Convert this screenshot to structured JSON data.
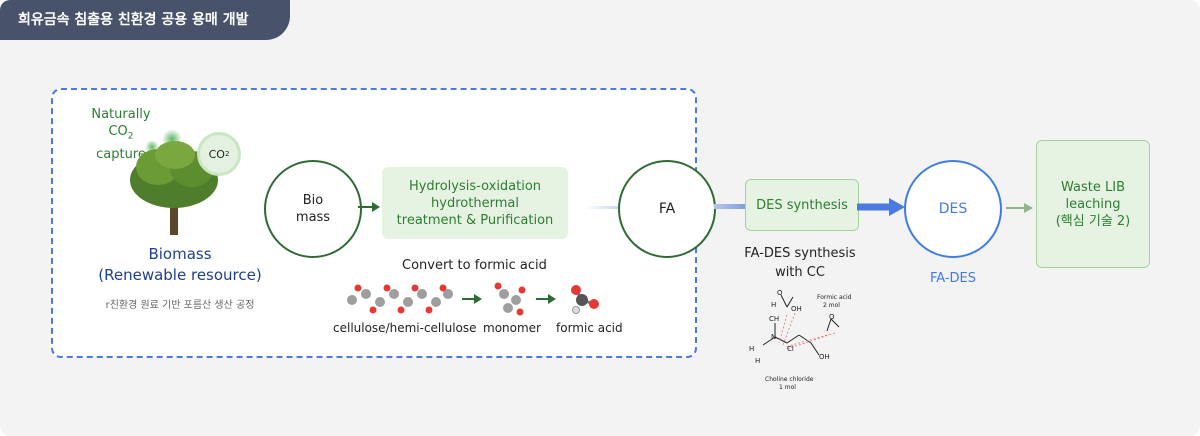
{
  "tab_title": "희유금속 침출용 친환경 공용 용매 개발",
  "co2": {
    "naturally": "Naturally",
    "capture_pre": "CO",
    "capture_sub": "2",
    "capture_post": " capture",
    "bubble_main": "CO",
    "bubble_sub": "2"
  },
  "biomass": {
    "title": "Biomass",
    "subtitle": "(Renewable resource)",
    "note": "r친환경 원료 기반 포름산 생산 공정"
  },
  "bio_mass_circle": {
    "line1": "Bio",
    "line2": "mass"
  },
  "process_box": {
    "line1": "Hydrolysis-oxidation",
    "line2": "hydrothermal",
    "line3": "treatment & Purification"
  },
  "convert_title": "Convert to formic acid",
  "molecules": {
    "m1": "cellulose/hemi-cellulose",
    "m2": "monomer",
    "m3": "formic acid"
  },
  "fa_circle": "FA",
  "des_synthesis_box": "DES synthesis",
  "fa_des_caption": {
    "line1": "FA-DES synthesis",
    "line2": "with CC"
  },
  "structure_labels": {
    "formic_acid": "Formic acid",
    "formic_mol": "2 mol",
    "choline": "Choline chloride",
    "choline_mol": "1 mol",
    "ch3a": "CH",
    "ch3b": "H",
    "ch3c": "H",
    "n_plus": "N",
    "cl": "Cl",
    "oh": "OH",
    "o1": "O",
    "o2": "O",
    "h1": "H",
    "oh2": "OH"
  },
  "des_circle": "DES",
  "fa_des_label": "FA-DES",
  "waste_box": {
    "line1": "Waste LIB",
    "line2": "leaching",
    "line3": "(핵심 기술 2)"
  },
  "colors": {
    "green": "#2e7d32",
    "blue": "#3f7be8",
    "navy": "#48536b"
  }
}
